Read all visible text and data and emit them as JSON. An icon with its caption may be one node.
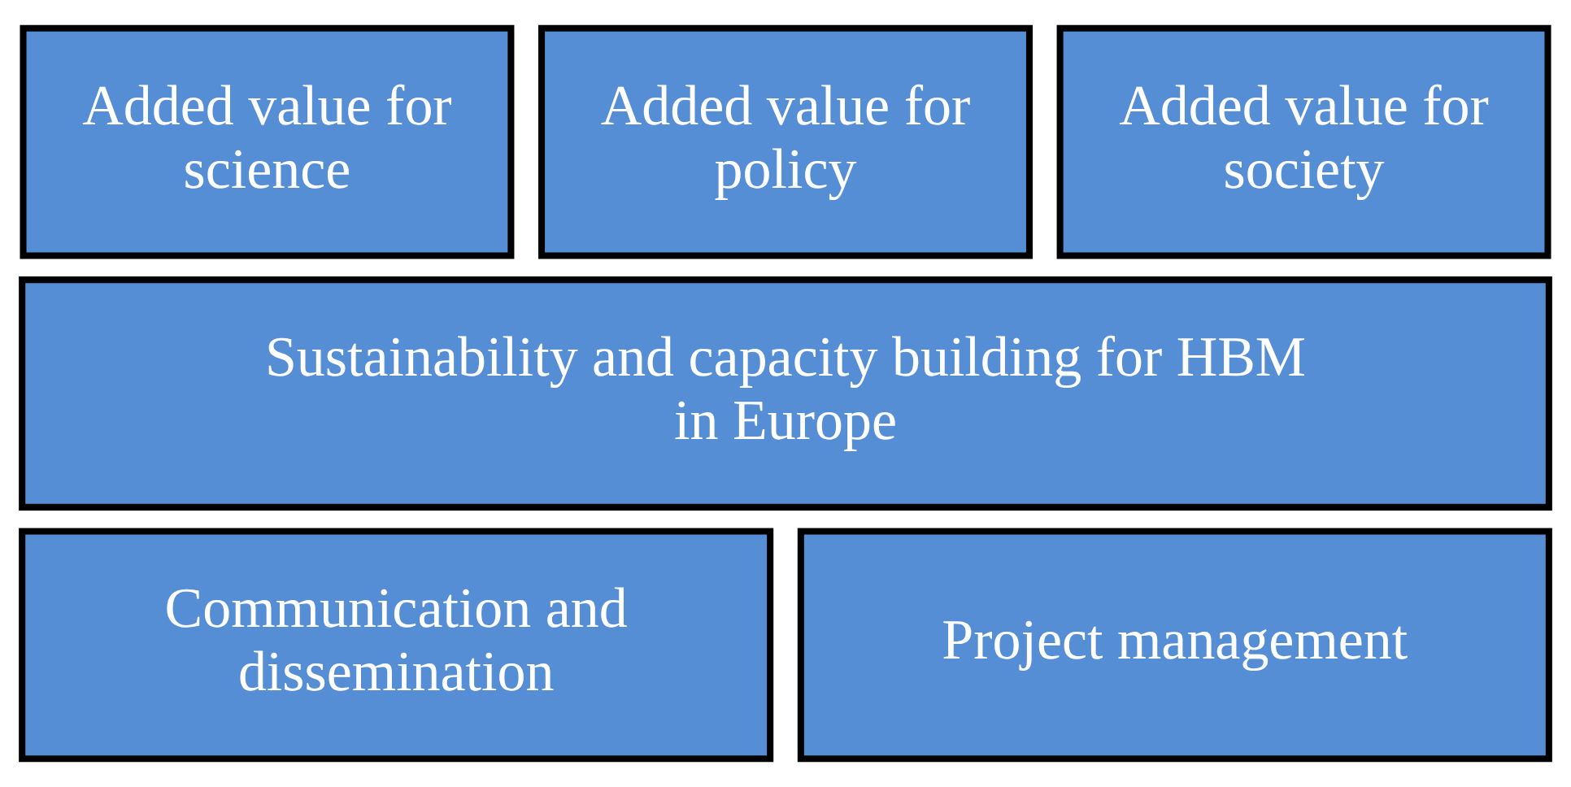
{
  "diagram": {
    "nodes": [
      {
        "text": [
          "Added value for science"
        ]
      },
      {
        "text": [
          "Added value for policy"
        ]
      },
      {
        "text": [
          "Added value for society"
        ]
      },
      {
        "text": [
          "Sustainability and capacity building for HBM in Europe"
        ]
      },
      {
        "text": [
          "Communication and dissemination"
        ]
      },
      {
        "text": [
          "Project management"
        ]
      }
    ]
  }
}
